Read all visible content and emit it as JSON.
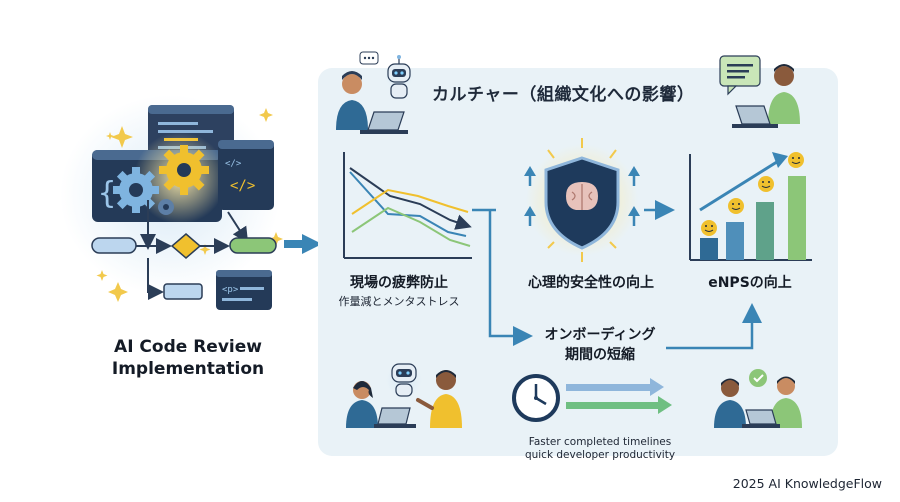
{
  "main_title": [
    "AI Code Review",
    "Implementation"
  ],
  "culture": {
    "title": "カルチャー（組織文化への影響）"
  },
  "outcomes": {
    "burnout": {
      "title": "現場の疲弊防止",
      "subtitle": "作量減とメンタストレス"
    },
    "psych_safety": {
      "title": "心理的安全性の向上"
    },
    "enps": {
      "title": "eNPSの向上"
    },
    "onboarding": {
      "title": [
        "オンボーディング",
        "期間の短縮"
      ]
    }
  },
  "faster_caption": [
    "Faster completed timelines",
    "quick developer productivity"
  ],
  "code_tags": [
    "</>",
    "</>",
    "<p>"
  ],
  "footer": "2025 AI KnowledgeFlow",
  "colors": {
    "panel_bg": "#e9f2f7",
    "arrow_blue": "#3a85b5",
    "navy": "#2b3d57",
    "gear_gold": "#f0c02e",
    "gear_blue": "#7fb4e0",
    "green": "#8cc678",
    "shield_navy": "#1e3a5c",
    "sparkle": "#f2c94c"
  },
  "icons": [
    "code-window-icon",
    "gear-icon",
    "sparkle-icon",
    "robot-icon",
    "person-icon",
    "laptop-icon",
    "chat-bubble-icon",
    "shield-brain-icon",
    "smiley-icon",
    "clock-icon",
    "checkmark-icon"
  ]
}
